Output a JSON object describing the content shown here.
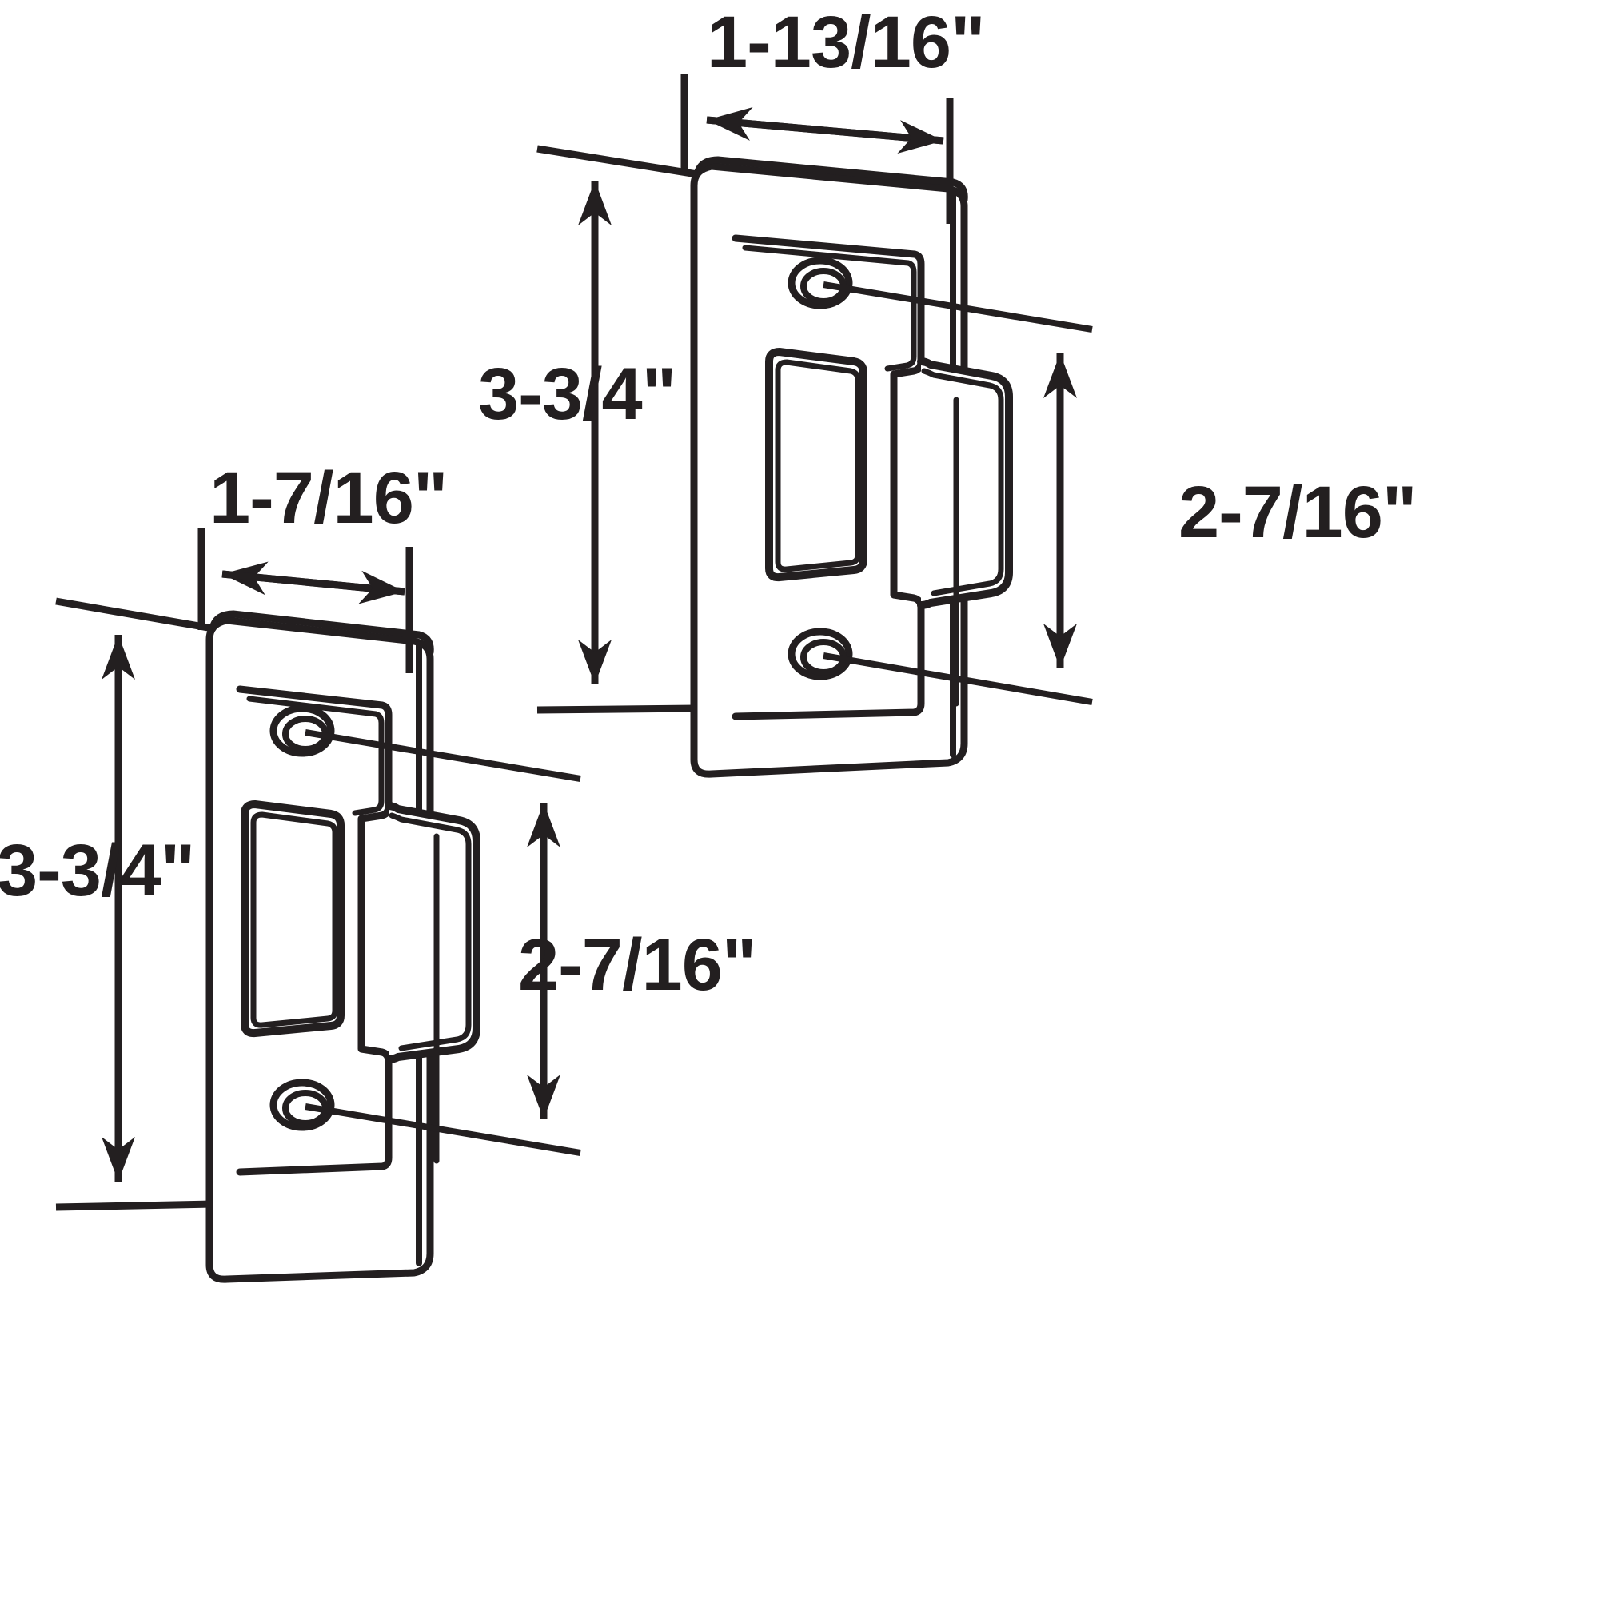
{
  "drawing": {
    "title": "Door Strike Plate Dimension Drawing",
    "ink_color": "#231f20",
    "background_color": "#ffffff",
    "units": "inches",
    "view": "isometric line drawing, two strike plates"
  },
  "parts": [
    {
      "id": "upper-right-plate",
      "name": "Strike plate (larger faceplate)",
      "width_label": "1-13/16\"",
      "height_label": "3-3/4\"",
      "lip_height_label": "2-7/16\"",
      "screw_hole_count": 2,
      "latch_cutout_count": 1
    },
    {
      "id": "lower-left-plate",
      "name": "Strike plate (narrower faceplate)",
      "width_label": "1-7/16\"",
      "height_label": "3-3/4\"",
      "lip_height_label": "2-7/16\"",
      "screw_hole_count": 2,
      "latch_cutout_count": 1
    }
  ],
  "dimensions": {
    "upper_width": "1-13/16\"",
    "upper_height": "3-3/4\"",
    "upper_lip": "2-7/16\"",
    "lower_width": "1-7/16\"",
    "lower_height": "3-3/4\"",
    "lower_lip": "2-7/16\""
  },
  "labels": {
    "top_width": "1-13/16\"",
    "top_height": "3-3/4\"",
    "top_lip": "2-7/16\"",
    "bottom_width": "1-7/16\"",
    "bottom_height": "3-3/4\"",
    "bottom_lip": "2-7/16\""
  }
}
